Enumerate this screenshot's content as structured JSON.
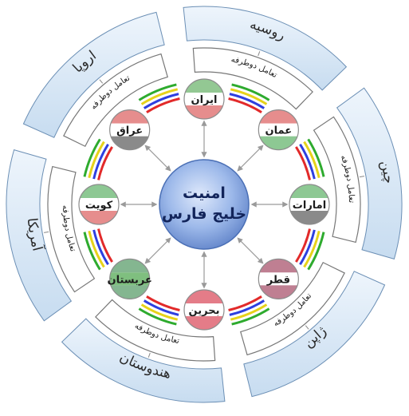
{
  "center": {
    "line1": "امنیت",
    "line2": "خلیج فارس"
  },
  "countries": [
    "ایران",
    "عمان",
    "امارات",
    "قطر",
    "بحرین",
    "عربستان",
    "کویت",
    "عراق"
  ],
  "powers": [
    "روسیه",
    "چین",
    "ژاپن",
    "هندوستان",
    "آمریکا",
    "اروپا"
  ],
  "interaction": "تعامل دوطرفه",
  "colors": {
    "outer_band": "#d3e5f5",
    "outer_stroke": "#6b8fb5",
    "center": "#8fb1e6",
    "ring_green": "#2eab2e",
    "ring_yellow": "#e6d21a",
    "ring_blue": "#2d3fe0",
    "ring_red": "#e22a2a"
  }
}
